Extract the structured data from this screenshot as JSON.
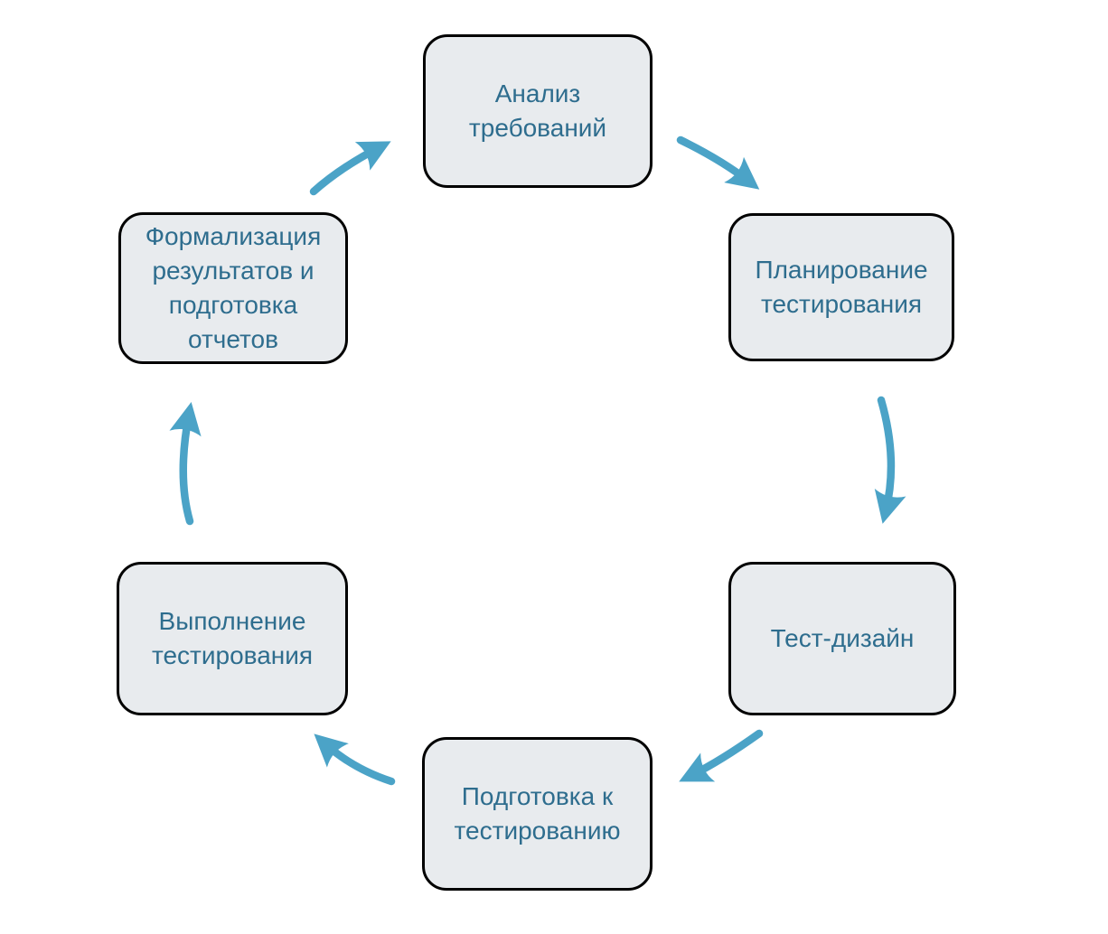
{
  "diagram": {
    "type": "cycle",
    "description": "Testing process cycle diagram (Russian)",
    "colors": {
      "accent": "#4ba3c7",
      "node_fill": "#e8ebee",
      "node_border": "#000000",
      "text": "#2e6d8e",
      "background": "#ffffff"
    },
    "nodes": [
      {
        "id": "analysis",
        "label": "Анализ требований"
      },
      {
        "id": "planning",
        "label": "Планирование тестирования"
      },
      {
        "id": "test-design",
        "label": "Тест-дизайн"
      },
      {
        "id": "preparation",
        "label": "Подготовка к тестированию"
      },
      {
        "id": "execution",
        "label": "Выполнение тестирования"
      },
      {
        "id": "formalization",
        "label": "Формализация результатов и подготовка отчетов"
      }
    ],
    "edges": [
      {
        "from": "analysis",
        "to": "planning"
      },
      {
        "from": "planning",
        "to": "test-design"
      },
      {
        "from": "test-design",
        "to": "preparation"
      },
      {
        "from": "preparation",
        "to": "execution"
      },
      {
        "from": "execution",
        "to": "formalization"
      },
      {
        "from": "formalization",
        "to": "analysis"
      }
    ]
  }
}
